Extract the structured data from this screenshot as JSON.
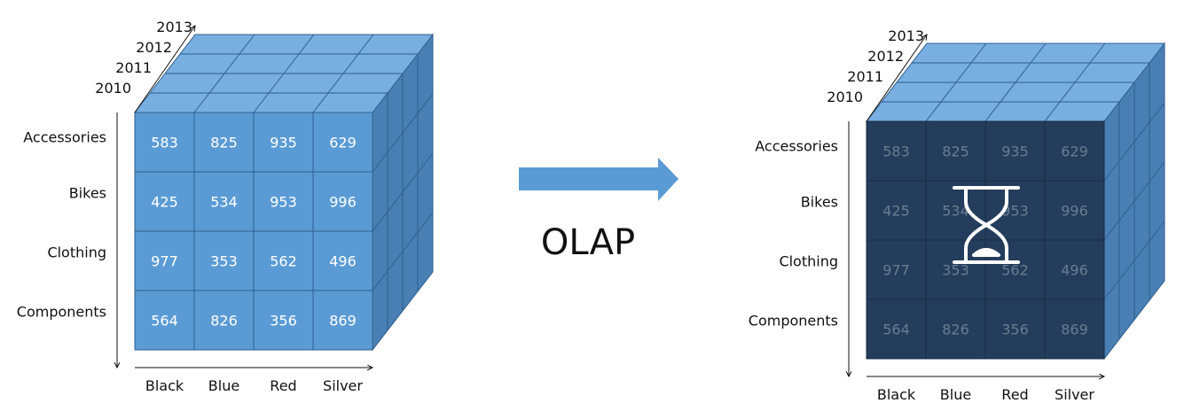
{
  "title": "OLAP",
  "colors": {
    "front": "#5b9bd5",
    "top": "#79aee0",
    "side": "#4a7fb3",
    "grid_line": "#2f5f8f",
    "dark_front": "#243d5c",
    "dark_grid": "#1a2c44",
    "value_light": "#ffffff",
    "value_dim": "#6b7c90",
    "arrow": "#5b9bd5",
    "hourglass": "#ffffff"
  },
  "icons": {
    "loading": "hourglass-icon",
    "transform": "arrow-right-icon"
  },
  "cube": {
    "years": [
      "2013",
      "2012",
      "2011",
      "2010"
    ],
    "categories": [
      "Accessories",
      "Bikes",
      "Clothing",
      "Components"
    ],
    "colors_axis": [
      "Black",
      "Blue",
      "Red",
      "Silver"
    ],
    "values": [
      [
        "583",
        "825",
        "935",
        "629"
      ],
      [
        "425",
        "534",
        "953",
        "996"
      ],
      [
        "977",
        "353",
        "562",
        "496"
      ],
      [
        "564",
        "826",
        "356",
        "869"
      ]
    ]
  }
}
